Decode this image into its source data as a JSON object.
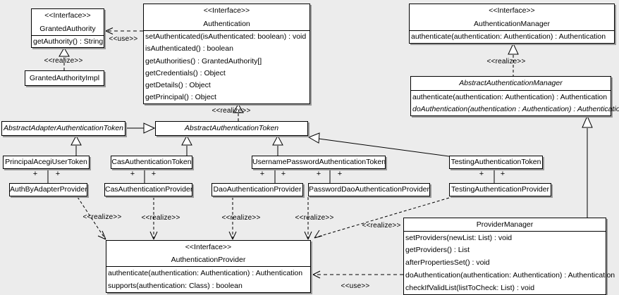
{
  "canvas": {
    "background": "#ececec",
    "box_fill": "#ffffff",
    "line_color": "#000000",
    "shadow_color": "#9a9a9a"
  },
  "classes": {
    "granted_authority": {
      "stereotype": "<<Interface>>",
      "name": "GrantedAuthority",
      "methods": [
        "getAuthority() : String"
      ]
    },
    "granted_authority_impl": {
      "name": "GrantedAuthorityImpl"
    },
    "authentication": {
      "stereotype": "<<Interface>>",
      "name": "Authentication",
      "methods": [
        "setAuthenticated(isAuthenticated: boolean) : void",
        "isAuthenticated() : boolean",
        "getAuthorities() : GrantedAuthority[]",
        "getCredentials() : Object",
        "getDetails() : Object",
        "getPrincipal() : Object"
      ]
    },
    "authentication_manager": {
      "stereotype": "<<Interface>>",
      "name": "AuthenticationManager",
      "methods": [
        "authenticate(authentication: Authentication) : Authentication"
      ]
    },
    "abstract_authentication_manager": {
      "name": "AbstractAuthenticationManager",
      "methods": [
        "authenticate(authentication: Authentication) : Authentication",
        "doAuthentication(authentication : Authentication) : Authentication"
      ]
    },
    "abstract_adapter_authentication_token": {
      "name": "AbstractAdapterAuthenticationToken"
    },
    "abstract_authentication_token": {
      "name": "AbstractAuthenticationToken"
    },
    "principal_acegi_user_token": {
      "name": "PrincipalAcegiUserToken"
    },
    "cas_authentication_token": {
      "name": "CasAuthenticationToken"
    },
    "username_password_authentication_token": {
      "name": "UsernamePasswordAuthenticationToken"
    },
    "testing_authentication_token": {
      "name": "TestingAuthenticationToken"
    },
    "auth_by_adapter_provider": {
      "name": "AuthByAdapterProvider"
    },
    "cas_authentication_provider": {
      "name": "CasAuthenticationProvider"
    },
    "dao_authentication_provider": {
      "name": "DaoAuthenticationProvider"
    },
    "password_dao_authentication_provider": {
      "name": "PasswordDaoAuthenticationProvider"
    },
    "testing_authentication_provider": {
      "name": "TestingAuthenticationProvider"
    },
    "authentication_provider": {
      "stereotype": "<<Interface>>",
      "name": "AuthenticationProvider",
      "methods": [
        "authenticate(authentication: Authentication) : Authentication",
        "supports(authentication: Class) : boolean"
      ]
    },
    "provider_manager": {
      "name": "ProviderManager",
      "methods": [
        "setProviders(newList: List) : void",
        "getProviders() : List",
        "afterPropertiesSet() : void",
        "doAuthentication(authentication: Authentication) : Authentication",
        "checkIfValidList(listToCheck: List) : void"
      ]
    }
  },
  "edge_labels": {
    "use_granted_authority": "<<use>>",
    "realize_granted_authority_impl": "<<realize>>",
    "realize_abstract_authentication_token": "<<realize>>",
    "realize_abstract_authentication_manager": "<<realize>>",
    "realize_auth_by_adapter_provider": "<<realize>>",
    "realize_cas_authentication_provider": "<<realize>>",
    "realize_dao_authentication_provider": "<<realize>>",
    "realize_password_dao_authentication_provider": "<<realize>>",
    "realize_testing_authentication_provider": "<<realize>>",
    "use_provider_manager": "<<use>>"
  },
  "marks": {
    "plus": "+"
  }
}
